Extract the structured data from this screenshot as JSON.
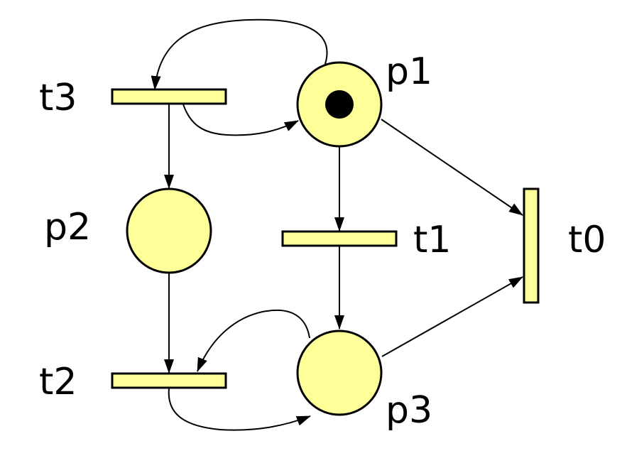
{
  "colors": {
    "fill": "#ffff99",
    "stroke": "#000000",
    "token": "#000000"
  },
  "places": [
    {
      "id": "p1",
      "label": "p1",
      "tokens": 1
    },
    {
      "id": "p2",
      "label": "p2",
      "tokens": 0
    },
    {
      "id": "p3",
      "label": "p3",
      "tokens": 0
    }
  ],
  "transitions": [
    {
      "id": "t0",
      "label": "t0"
    },
    {
      "id": "t1",
      "label": "t1"
    },
    {
      "id": "t2",
      "label": "t2"
    },
    {
      "id": "t3",
      "label": "t3"
    }
  ],
  "arcs": [
    {
      "from": "p1",
      "to": "t3"
    },
    {
      "from": "t3",
      "to": "p1"
    },
    {
      "from": "t3",
      "to": "p2"
    },
    {
      "from": "p1",
      "to": "t1"
    },
    {
      "from": "p1",
      "to": "t0"
    },
    {
      "from": "p2",
      "to": "t2"
    },
    {
      "from": "t1",
      "to": "p3"
    },
    {
      "from": "p3",
      "to": "t2"
    },
    {
      "from": "t2",
      "to": "p3"
    },
    {
      "from": "p3",
      "to": "t0"
    }
  ]
}
